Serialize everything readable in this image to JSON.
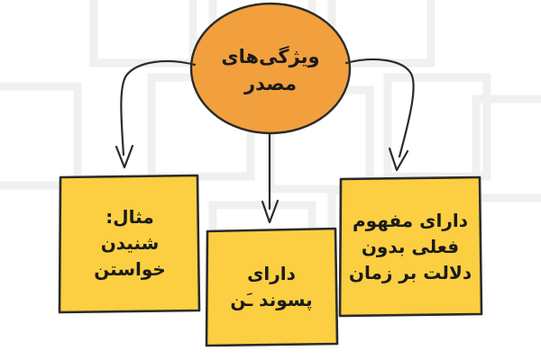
{
  "diagram": {
    "title_node": {
      "label": "ویژگی‌های\nمصدر",
      "shape": "ellipse",
      "fill": "#f2a03d"
    },
    "nodes": [
      {
        "id": "left",
        "label": "مثال:\nشنیدن\nخواستن",
        "shape": "rectangle",
        "fill": "#fbcf41"
      },
      {
        "id": "middle",
        "label": "دارای\nپسوند ـَن",
        "shape": "rectangle",
        "fill": "#fbcf41"
      },
      {
        "id": "right",
        "label": "دارای مفهوم\nفعلی بدون\nدلالت بر زمان",
        "shape": "rectangle",
        "fill": "#fbcf41"
      }
    ],
    "connectors": [
      {
        "from": "title_node",
        "to": "left",
        "style": "arrow"
      },
      {
        "from": "title_node",
        "to": "middle",
        "style": "arrow"
      },
      {
        "from": "title_node",
        "to": "right",
        "style": "arrow"
      }
    ],
    "colors": {
      "background": "#ffffff",
      "ellipse_fill": "#f2a03d",
      "box_fill": "#fbcf41",
      "stroke": "#2b2b2b",
      "watermark": "#f3f3f3"
    }
  }
}
